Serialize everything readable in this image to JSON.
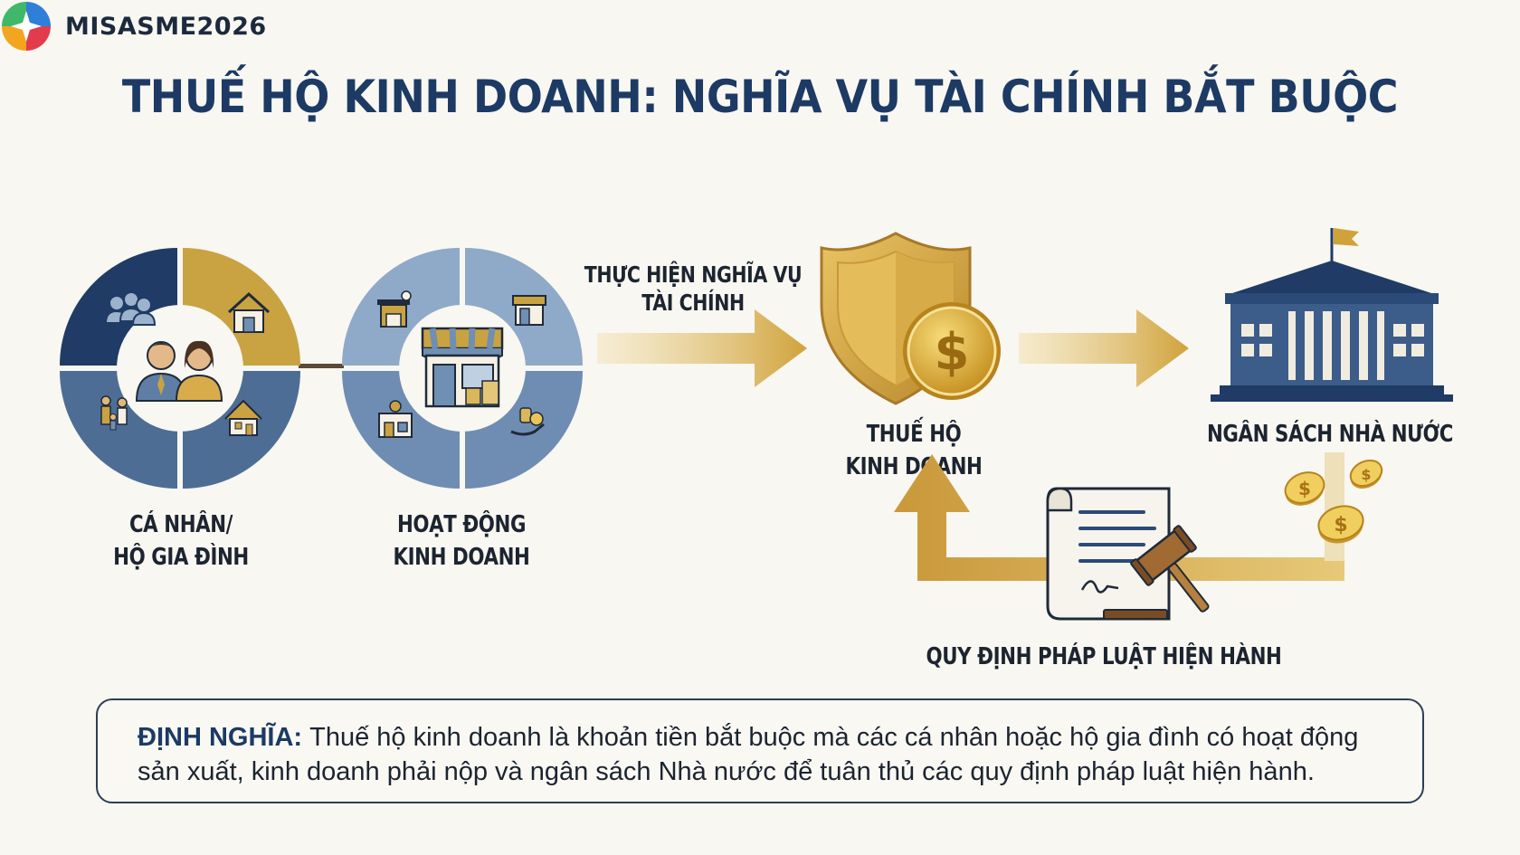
{
  "brand": {
    "name": "MISASME2026"
  },
  "title": "THUẾ HỘ KINH DOANH: NGHĨA VỤ TÀI CHÍNH BẮT BUỘC",
  "nodes": {
    "individual": {
      "line1": "CÁ NHÂN/",
      "line2": "HỘ GIA ĐÌNH"
    },
    "business": {
      "line1": "HOẠT ĐỘNG",
      "line2": "KINH DOANH"
    },
    "tax": {
      "line1": "THUẾ HỘ",
      "line2": "KINH DOANH"
    },
    "budget": {
      "label": "NGÂN SÁCH NHÀ NƯỚC"
    },
    "law": {
      "label": "QUY ĐỊNH PHÁP LUẬT HIỆN HÀNH"
    }
  },
  "arrow_label": {
    "line1": "THỰC HIỆN NGHĨA VỤ",
    "line2": "TÀI CHÍNH"
  },
  "definition": {
    "label": "ĐỊNH NGHĨA:",
    "text": "Thuế hộ kinh doanh là khoản tiền bắt buộc mà các cá nhân hoặc hộ gia đình có hoạt động sản xuất, kinh doanh phải nộp và ngân sách Nhà nước để tuân thủ các quy định pháp luật hiện hành."
  },
  "colors": {
    "navy": "#1c3a64",
    "gold": "#d6a93c",
    "steel": "#4f6d94",
    "light_blue": "#8fa9c8"
  },
  "icons": [
    "logo-icon",
    "people-icon",
    "house-icon",
    "family-icon",
    "shop-icon",
    "workshop-icon",
    "factory-icon",
    "hand-coins-icon",
    "shield-coin-icon",
    "government-building-icon",
    "document-gavel-icon",
    "coins-icon"
  ]
}
